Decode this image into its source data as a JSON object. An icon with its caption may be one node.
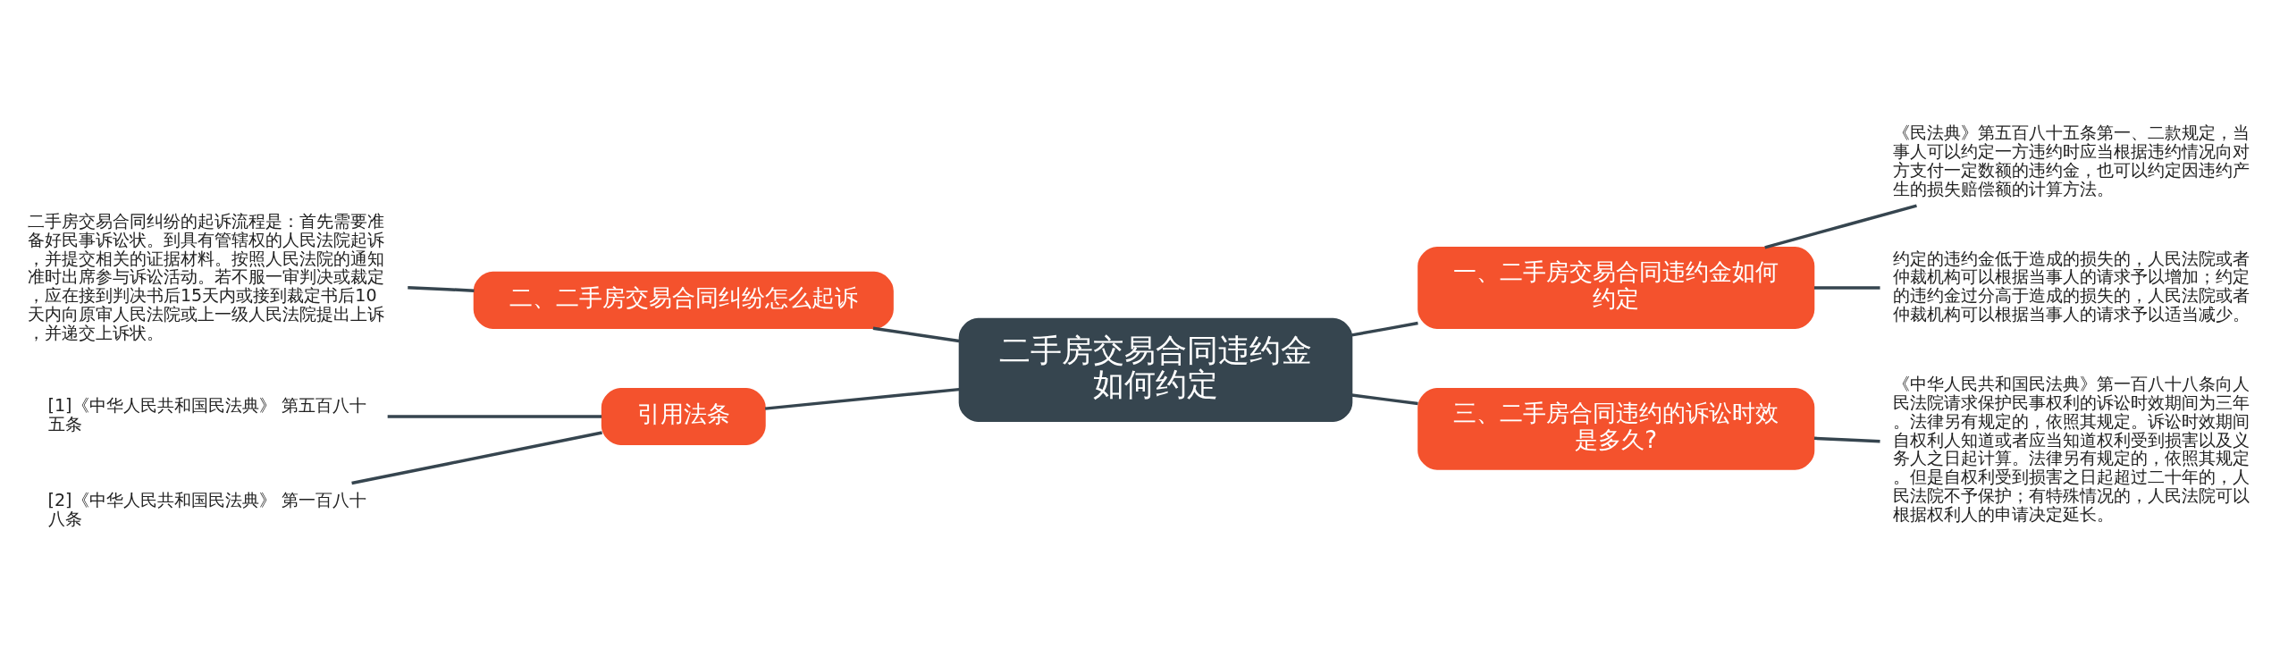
{
  "diagram": {
    "nodes": [
      {
        "text": [
          "二手房交易合同违约金如何约定"
        ]
      },
      {
        "text": [
          "一、二手房交易合同违约金如何约定"
        ]
      },
      {
        "text": [
          "《民法典》第五百八十五条第一、二款规定，当事人可以约定一方违约时应当根据违约情况向对方支付一定数额的违约金，也可以约定因违约产生的损失赔偿额的计算方法。"
        ]
      },
      {
        "text": [
          "约定的违约金低于造成的损失的，人民法院或者仲裁机构可以根据当事人的请求予以增加；约定的违约金过分高于造成的损失的，人民法院或者仲裁机构可以根据当事人的请求予以适当减少。"
        ]
      },
      {
        "text": [
          "三、二手房合同违约的诉讼时效是多久?"
        ]
      },
      {
        "text": [
          "《中华人民共和国民法典》第一百八十八条向人民法院请求保护民事权利的诉讼时效期间为三年。法律另有规定的，依照其规定。诉讼时效期间自权利人知道或者应当知道权利受到损害以及义务人之日起计算。法律另有规定的，依照其规定。但是自权利受到损害之日起超过二十年的，人民法院不予保护；有特殊情况的，人民法院可以根据权利人的申请决定延长。"
        ]
      },
      {
        "text": [
          "二、二手房交易合同纠纷怎么起诉"
        ]
      },
      {
        "text": [
          "二手房交易合同纠纷的起诉流程是：首先需要准备好民事诉讼状。到具有管辖权的人民法院起诉，并提交相关的证据材料。按照人民法院的通知准时出席参与诉讼活动。若不服一审判决或裁定，应在接到判决书后15天内或接到裁定书后10天内向原审人民法院或上一级人民法院提出上诉，并递交上诉状。"
        ]
      },
      {
        "text": [
          "引用法条"
        ]
      },
      {
        "text": [
          "[1]《中华人民共和国民法典》 第五百八十五条"
        ]
      },
      {
        "text": [
          "[2]《中华人民共和国民法典》 第一百八十八条"
        ]
      }
    ],
    "edges": [
      {
        "from": 0,
        "to": 1,
        "arrow": "none"
      },
      {
        "from": 1,
        "to": 2,
        "arrow": "none"
      },
      {
        "from": 1,
        "to": 3,
        "arrow": "none"
      },
      {
        "from": 0,
        "to": 4,
        "arrow": "none"
      },
      {
        "from": 4,
        "to": 5,
        "arrow": "none"
      },
      {
        "from": 0,
        "to": 6,
        "arrow": "none"
      },
      {
        "from": 6,
        "to": 7,
        "arrow": "none"
      },
      {
        "from": 0,
        "to": 8,
        "arrow": "none"
      },
      {
        "from": 8,
        "to": 9,
        "arrow": "none"
      },
      {
        "from": 8,
        "to": 10,
        "arrow": "none"
      }
    ]
  }
}
